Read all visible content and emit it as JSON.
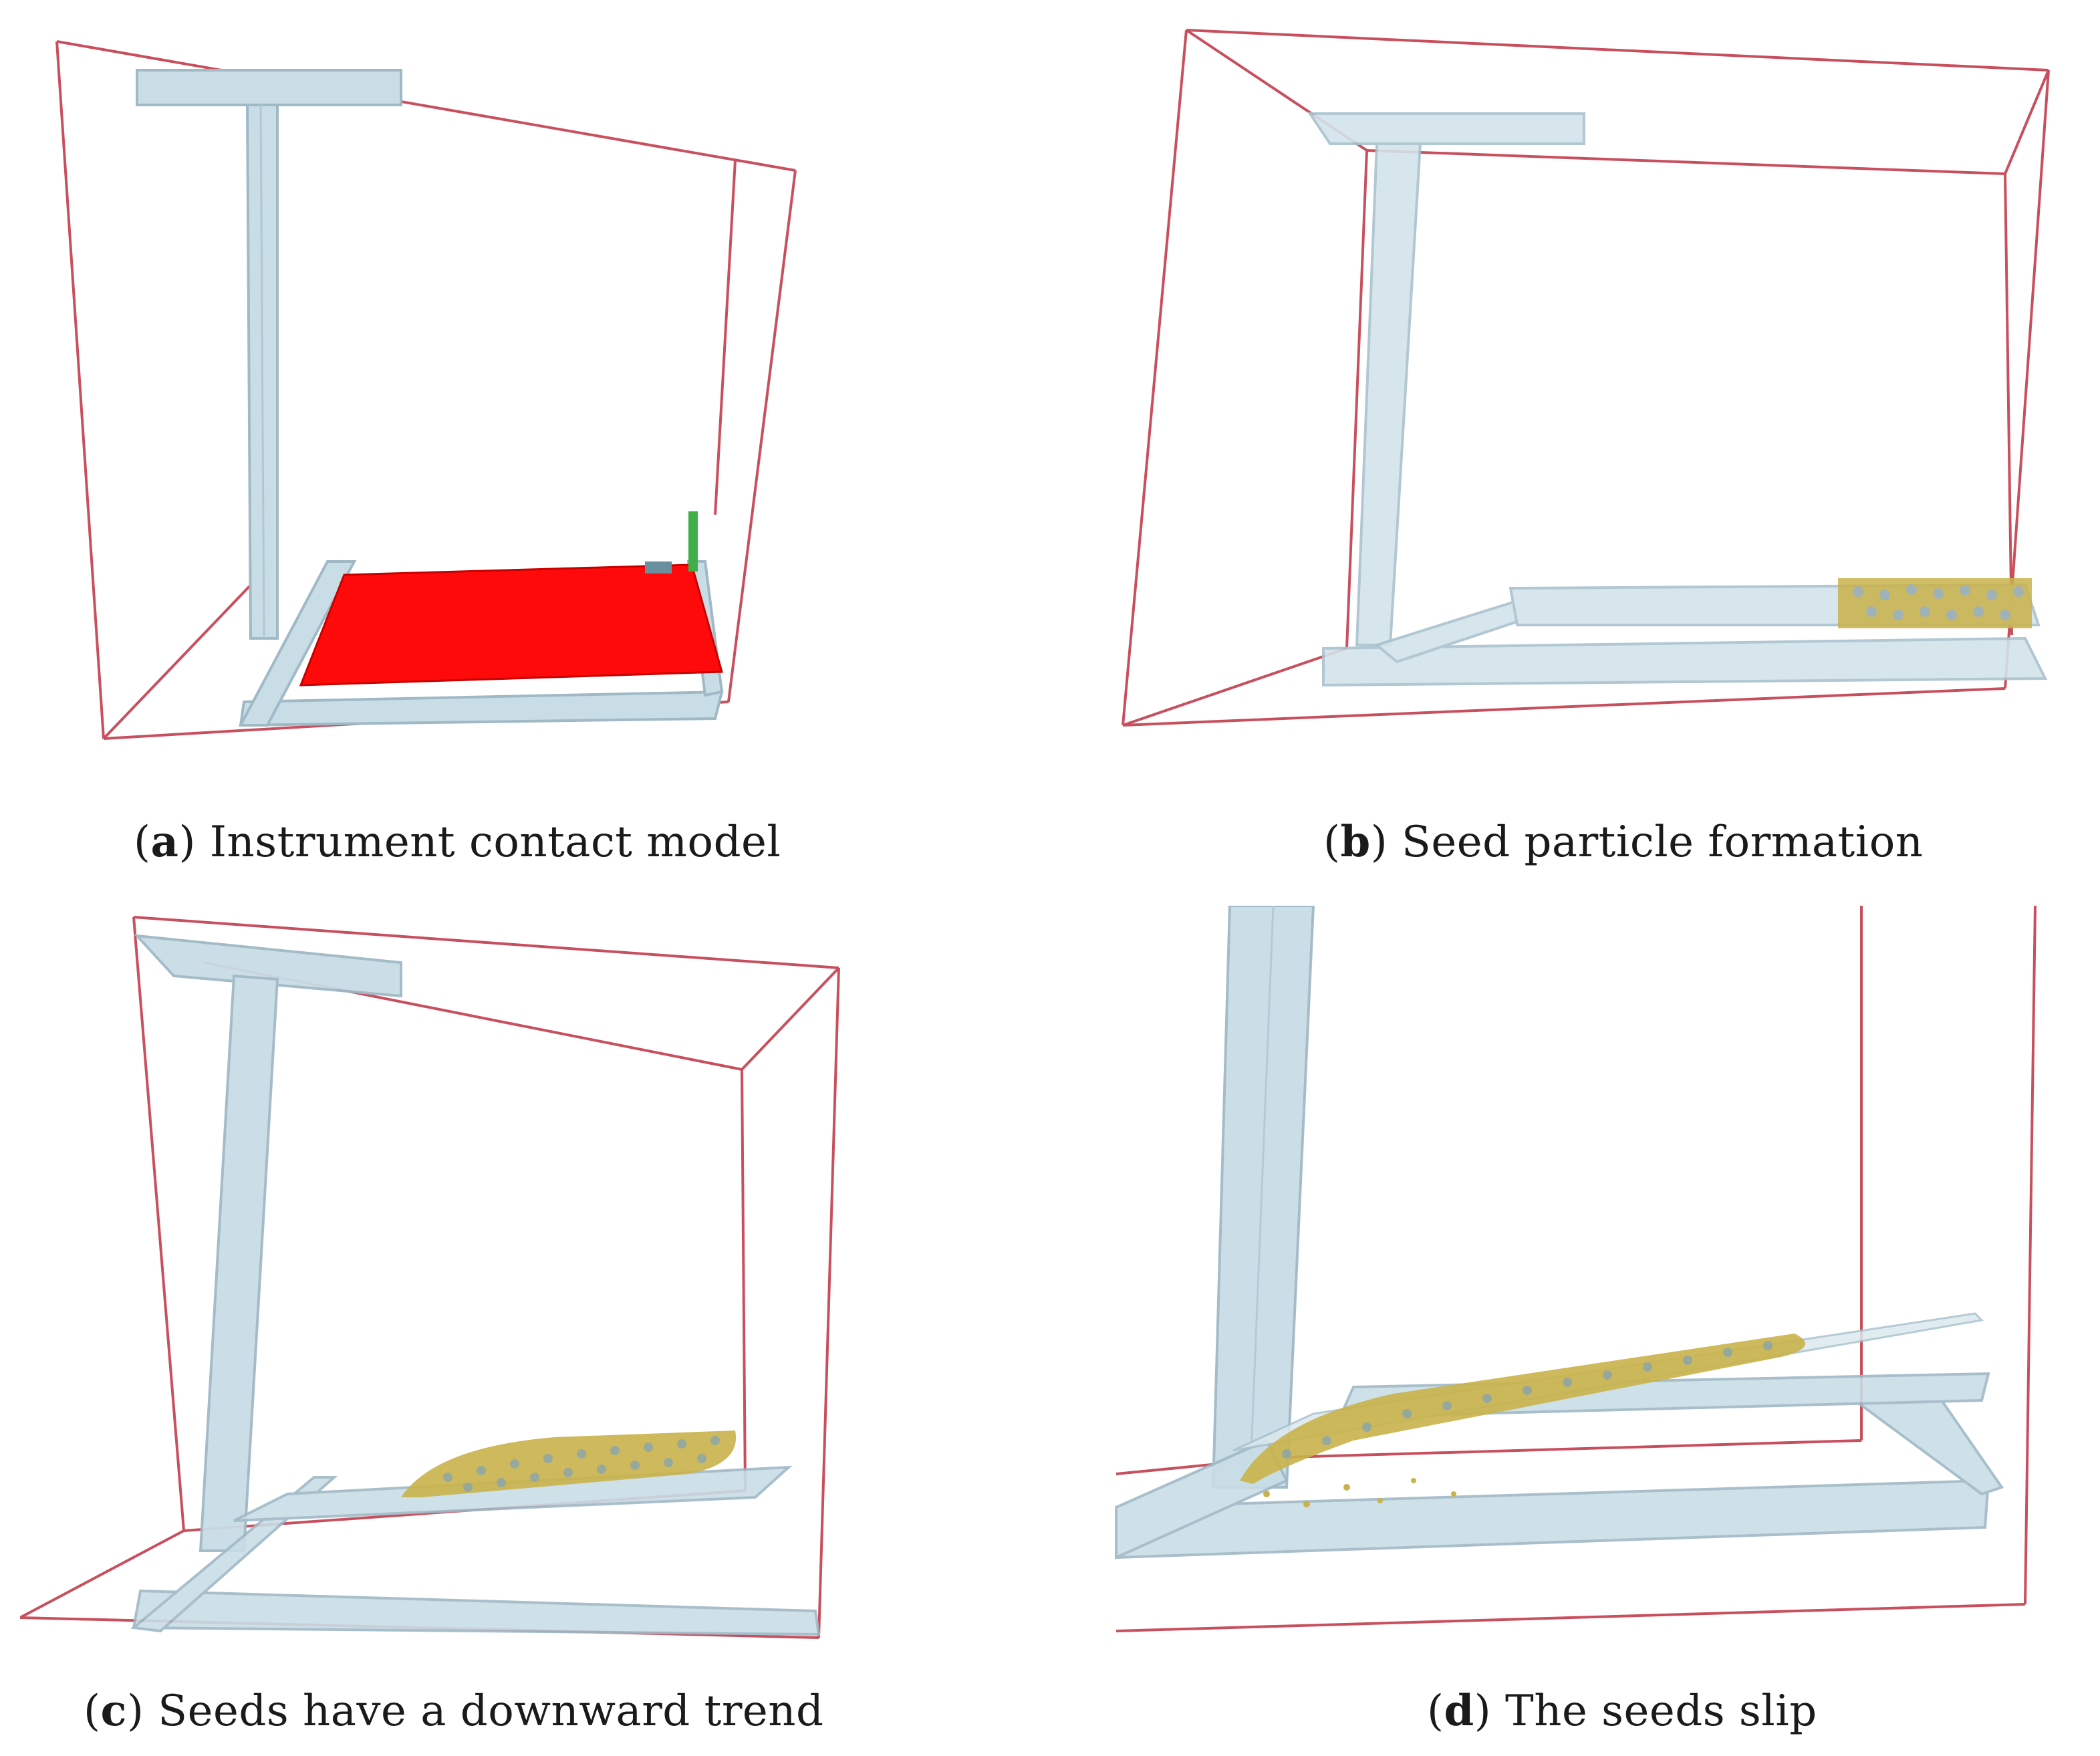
{
  "figure": {
    "panels": [
      {
        "id": "a",
        "letter": "a",
        "caption": "Instrument contact model"
      },
      {
        "id": "b",
        "letter": "b",
        "caption": "Seed particle formation"
      },
      {
        "id": "c",
        "letter": "c",
        "caption": "Seeds have a downward trend"
      },
      {
        "id": "d",
        "letter": "d",
        "caption": "The seeds slip"
      }
    ],
    "colors": {
      "frame": "#c8505e",
      "structure": "#c9dde6",
      "structure_edge": "#9fb9c6",
      "contact_plane": "#ff0a0a",
      "seeds": "#c9b24a",
      "seed_holes": "#9fb2b8",
      "sensor": "#3fae49"
    }
  }
}
